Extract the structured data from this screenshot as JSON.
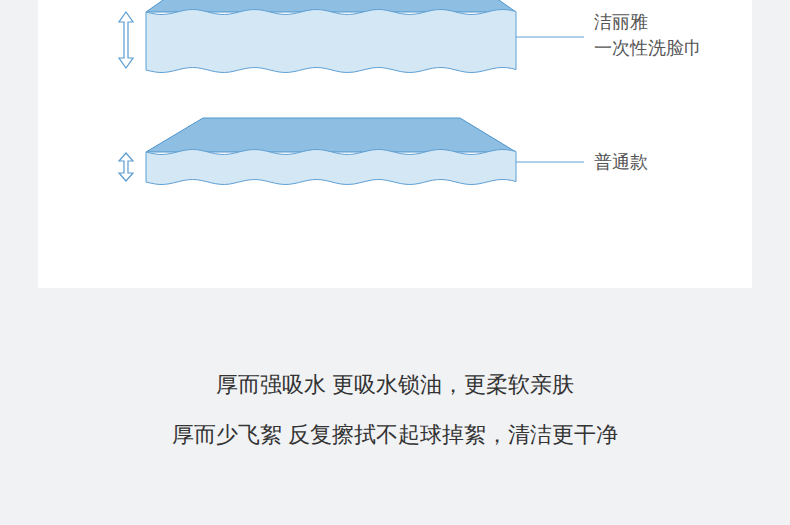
{
  "diagram": {
    "labels": [
      "洁丽雅 一次性洗脸巾",
      "普通款",
      "厚而强吸水 更吸水锁油，更柔软亲肤",
      "厚而少飞絮 反复擦拭不起球掉絮，清洁更干净"
    ]
  }
}
